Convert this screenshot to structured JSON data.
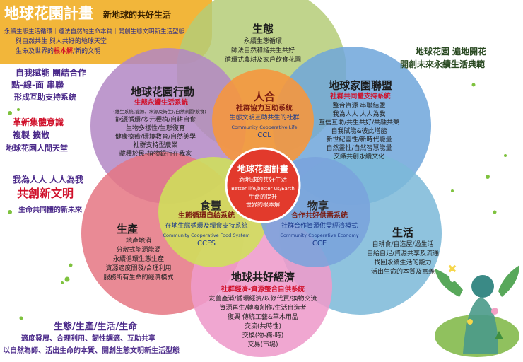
{
  "header": {
    "title": "地球花園計畫",
    "subtitle": "新地球的共好生活",
    "line1": "永續生態生活循環｜遵法自然的生命本質｜開創生態文明新生活型態",
    "line2": "與自然共生 與人共好的地球天堂",
    "line3_a": "生命及世界的",
    "line3_b": "根本解",
    "line3_c": "/新的文明"
  },
  "left": {
    "l1": "自我賦能  團結合作",
    "l2": "點-線-面  串聯",
    "l3": "形成互助支持系統",
    "l4": "革新集體意識",
    "l5": "複製  擴散",
    "l6": "地球花園人間天堂",
    "l7": "我為人人  人人為我",
    "l8": "共創新文明",
    "l9": "生命共同體的新未來"
  },
  "right": {
    "r1": "地球花園  遍地開花",
    "r2": "開創未來永續生活典範"
  },
  "bottom": {
    "b1": "生態/生產/生活/生命",
    "b2": "適度發展、合理利用、韌性調適、互助共享",
    "b3": "以自然為師、活出生命的本質、開創生態文明新生活型態"
  },
  "petals": {
    "ecology": {
      "title": "生態",
      "lines": [
        "永續生態循環",
        "師法自然和諧共生共好",
        "循環式農耕及家戶飲食花園"
      ]
    },
    "action": {
      "title": "地球花園行動",
      "sub": "生態永續生活系統",
      "note": "(維生系統(能源、水源及衛生)/自然家園/飲食)",
      "lines": [
        "能源循環/多元種植/自耕自食",
        "生物多樣性/生態復育",
        "健康療癒/環境教育/自然美學",
        "社群支持型農業",
        "藏種於民-植物銀行在我家"
      ]
    },
    "alliance": {
      "title": "地球家園聯盟",
      "sub": "社群共同體支持系統",
      "lines": [
        "整合資源 串聯結盟",
        "我為人人 人人為我",
        "互信互助/共生共好/共融共榮",
        "自我賦能&彼此增能",
        "新世紀靈性/新時代能量",
        "自然靈性/自然智慧能量",
        "交織共創永續文化"
      ]
    },
    "production": {
      "title": "生產",
      "lines": [
        "地產地消",
        "分散式能源能源",
        "永續循環生態生產",
        "資源適度開發/合理利用",
        "服務所有生命的經濟模式"
      ]
    },
    "living": {
      "title": "生活",
      "lines": [
        "自耕食/自造屋/過生活",
        "自給自足/資源共享及流通",
        "找回永續生活的能力",
        "活出生命的本質及意義"
      ]
    },
    "economy": {
      "title": "地球共好經濟",
      "sub": "社群經濟-資源整合自供系統",
      "lines": [
        "友善產消/循環經濟/以修代買/換物交流",
        "資源再生/轉廢創作/生活自造者",
        "復興 傳統工藝&草木用品",
        "交流(共時性)",
        "交換(物-務-時)",
        "交易(市場)"
      ]
    }
  },
  "inner": {
    "people": {
      "title": "人合",
      "sub": "社群協力互助系統",
      "line": "生態文明互助共生的社群",
      "en": "Community Cooperative Life",
      "code": "CCL"
    },
    "food": {
      "title": "食豐",
      "sub": "生態循環自給系統",
      "line": "在地生態循環及糧食支持系統",
      "en": "Community Cooperative Food System",
      "code": "CCFS"
    },
    "goods": {
      "title": "物享",
      "sub": "合作共好供需系統",
      "line": "社群合作資源供需經濟模式",
      "en": "Community Cooperative Economy",
      "code": "CCE"
    }
  },
  "center": {
    "title": "地球花園計畫",
    "sub": "新地球的共好生活",
    "en": "Better life,better us/Earth",
    "l1": "生命的提升",
    "l2": "世界的根本解"
  },
  "colors": {
    "header": "#f2b63a",
    "ecology": "#a8c468",
    "action": "#a874b8",
    "alliance": "#5b9bd4",
    "production": "#e2606e",
    "living": "#6aaed0",
    "economy": "#e888c0",
    "people": "#f28a30",
    "food": "#c9dc4c",
    "goods": "#6f9ad8",
    "center": "#e03a2c"
  }
}
